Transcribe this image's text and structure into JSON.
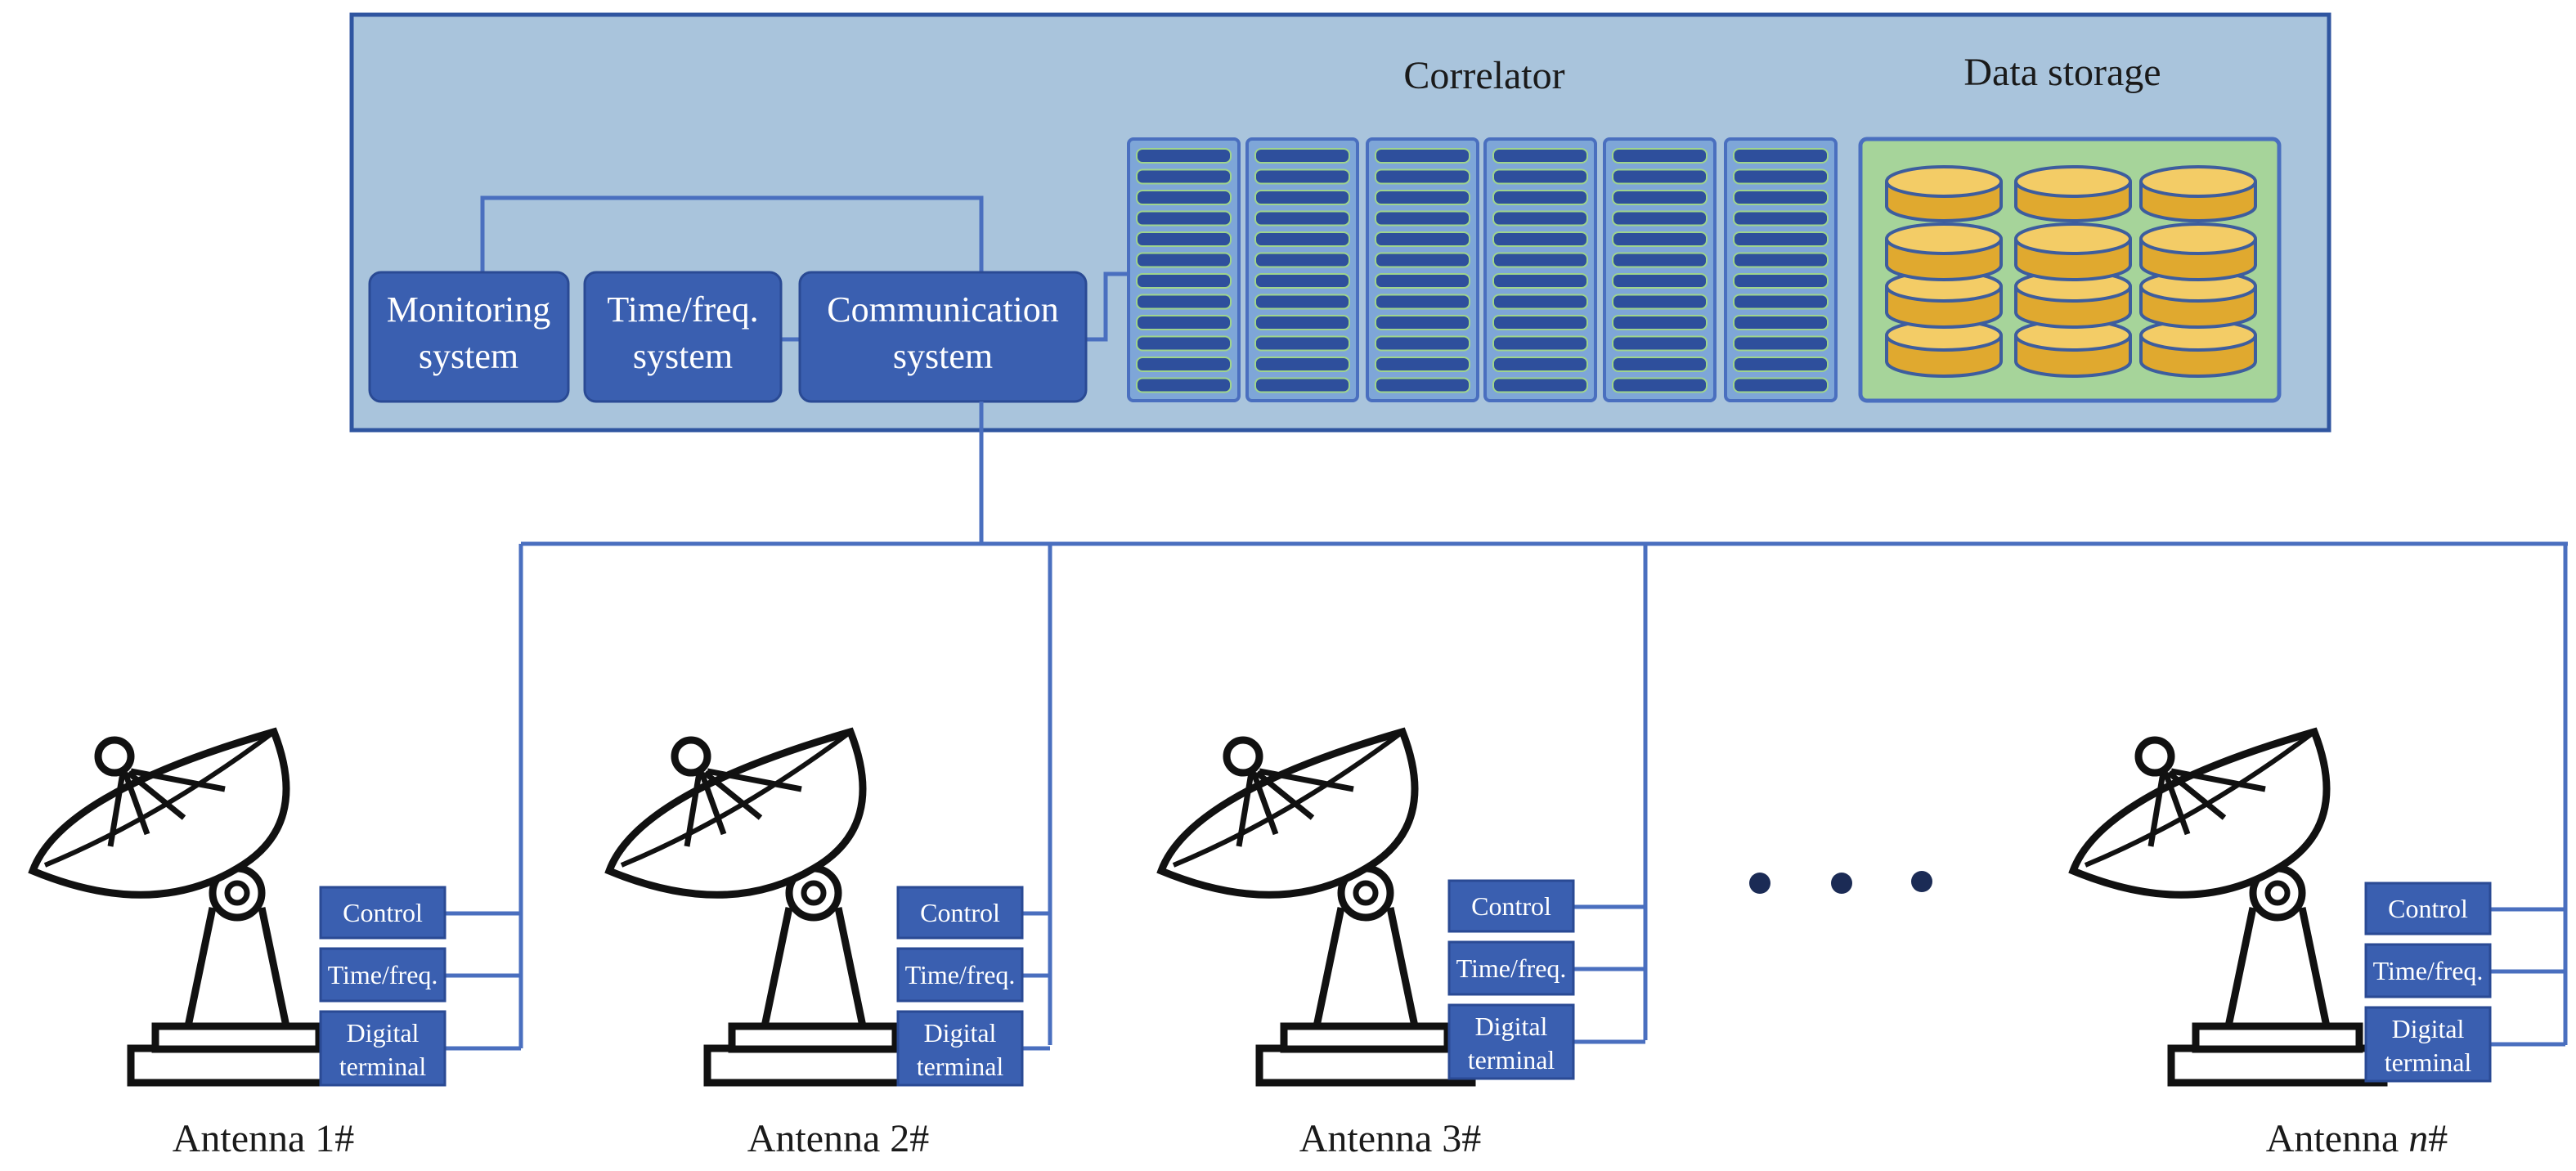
{
  "center": {
    "correlator_label": "Correlator",
    "storage_label": "Data storage",
    "systems": [
      {
        "line1": "Monitoring",
        "line2": "system"
      },
      {
        "line1": "Time/freq.",
        "line2": "system"
      },
      {
        "line1": "Communication",
        "line2": "system"
      }
    ]
  },
  "antennas": [
    {
      "name": "Antenna 1#",
      "modules": [
        "Control",
        "Time/freq.",
        "Digital",
        "terminal"
      ]
    },
    {
      "name": "Antenna 2#",
      "modules": [
        "Control",
        "Time/freq.",
        "Digital",
        "terminal"
      ]
    },
    {
      "name": "Antenna 3#",
      "modules": [
        "Control",
        "Time/freq.",
        "Digital",
        "terminal"
      ]
    },
    {
      "name_prefix": "Antenna ",
      "name_italic": "n",
      "name_suffix": "#",
      "modules": [
        "Control",
        "Time/freq.",
        "Digital",
        "terminal"
      ]
    }
  ],
  "ellipsis_icon": "three-dots",
  "colors": {
    "panel_fill": "#a9c4dc",
    "panel_border": "#2f55a0",
    "box_fill": "#3a5fb0",
    "line": "#4a6fbf",
    "storage_fill": "#a6d49a",
    "disk_fill": "#f0bf46"
  }
}
